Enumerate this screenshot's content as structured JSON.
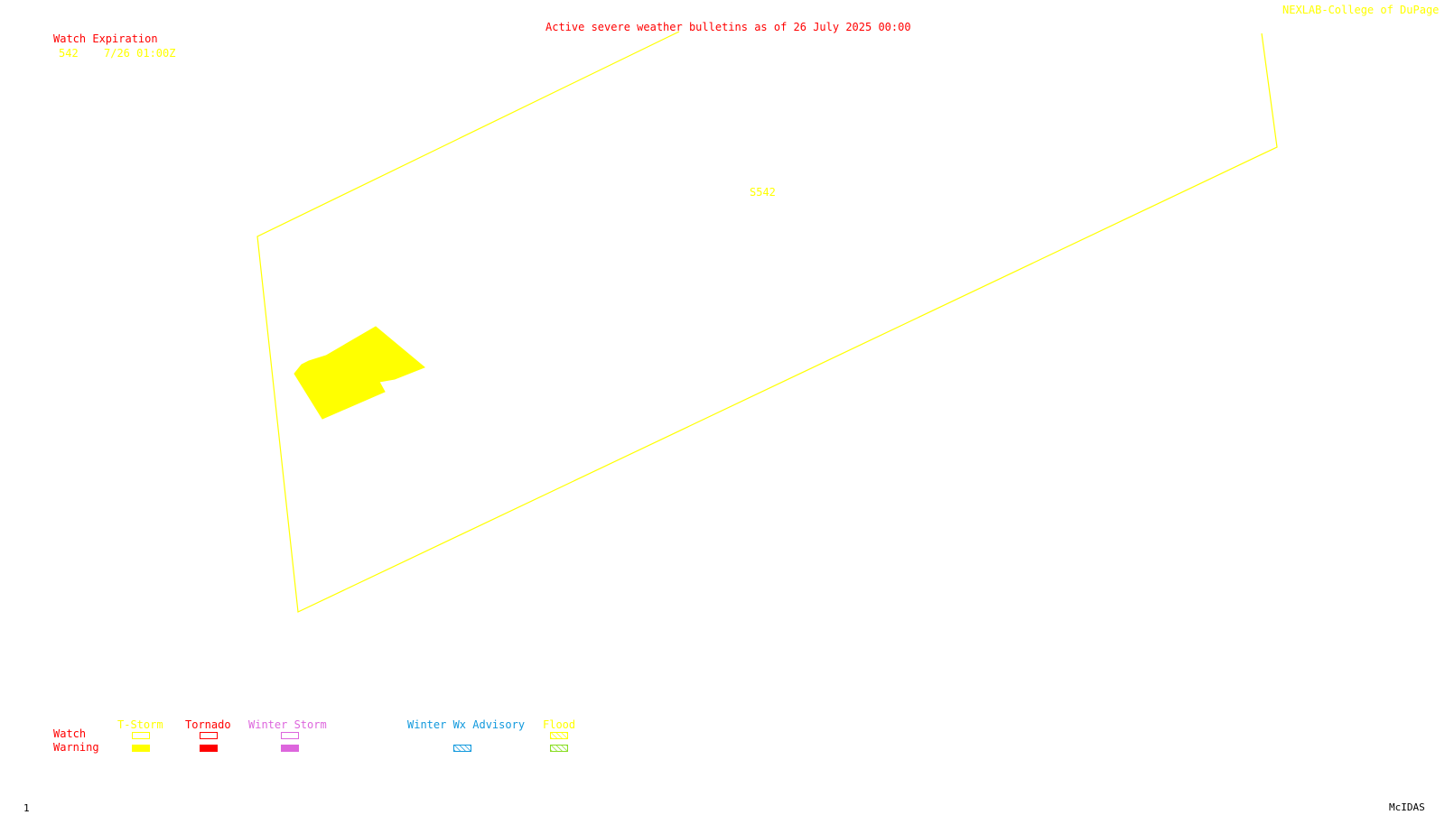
{
  "header": {
    "title": "Active severe weather bulletins as of 26 July 2025 00:00",
    "credit": "NEXLAB-College of DuPage R"
  },
  "watch_list": {
    "heading": "Watch Expiration",
    "items": [
      {
        "id": "542",
        "expires": "7/26 01:00Z"
      }
    ]
  },
  "map": {
    "watch_label": "S542",
    "watch_type": "T-Storm",
    "warning_type": "T-Storm"
  },
  "legend": {
    "row_watch": "Watch",
    "row_warning": "Warning",
    "categories": [
      {
        "label": "T-Storm",
        "color": "#ffff00"
      },
      {
        "label": "Tornado",
        "color": "#ff0000"
      },
      {
        "label": "Winter Storm",
        "color": "#dd66dd"
      },
      {
        "label": "Winter Wx Advisory",
        "color": "#1199dd"
      },
      {
        "label": "Flood",
        "color": "#ffff00",
        "warning_color": "#88dd22"
      }
    ]
  },
  "footer": {
    "frame_number": "1",
    "software": "McIDAS"
  }
}
